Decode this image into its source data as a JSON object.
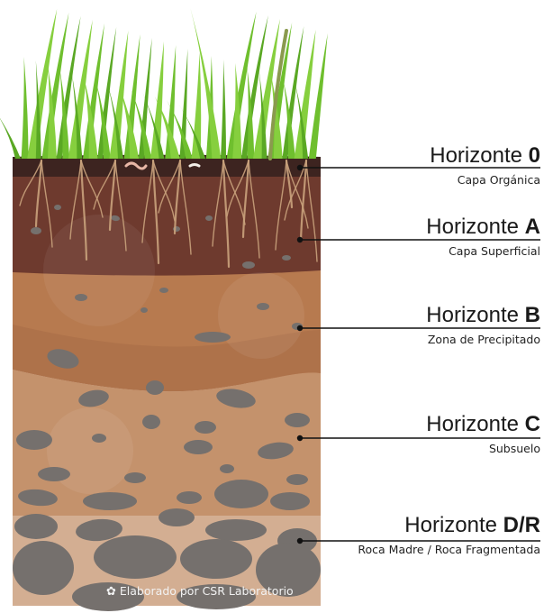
{
  "horizons": [
    {
      "prefix": "Horizonte ",
      "code": "0",
      "subtitle": "Capa Orgánica"
    },
    {
      "prefix": "Horizonte ",
      "code": "A",
      "subtitle": "Capa Superficial"
    },
    {
      "prefix": "Horizonte ",
      "code": "B",
      "subtitle": "Zona de Precipitado"
    },
    {
      "prefix": "Horizonte ",
      "code": "C",
      "subtitle": "Subsuelo"
    },
    {
      "prefix": "Horizonte ",
      "code": "D/R",
      "subtitle": "Roca Madre / Roca Fragmentada"
    }
  ],
  "credit": {
    "text": "Elaborado por CSR Laboratorio",
    "icon": "lab-logo-icon"
  },
  "colors": {
    "horizon_o": "#3d2420",
    "horizon_a": "#6e3a2e",
    "horizon_b": "#b77a4f",
    "horizon_c": "#c4926c",
    "horizon_dr": "#d3ae92",
    "rock": "#75706d",
    "grass": "#6fbf2e",
    "root": "#c9a27c",
    "leader_line": "#111111"
  }
}
